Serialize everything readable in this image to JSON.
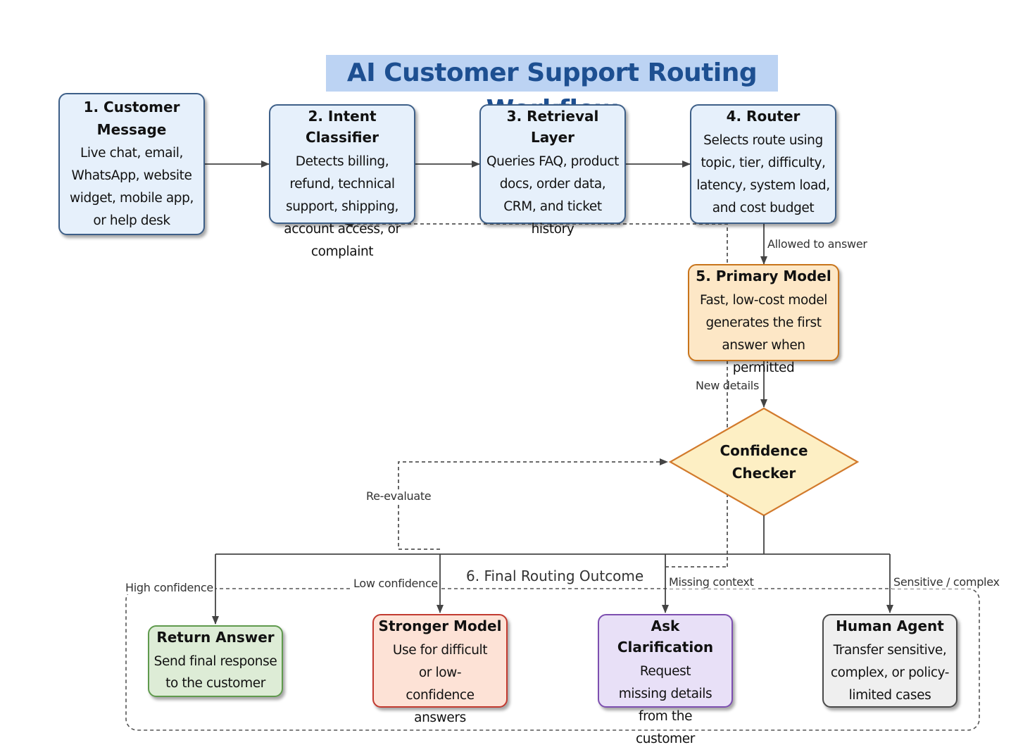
{
  "title": "AI Customer Support Routing Workflow",
  "nodes": {
    "customer_message": {
      "title": "1.  Customer Message",
      "desc": "Live chat, email, WhatsApp, website widget, mobile app, or help desk"
    },
    "intent_classifier": {
      "title": "2.  Intent Classifier",
      "desc": "Detects billing, refund, technical support, shipping, account access, or complaint"
    },
    "retrieval_layer": {
      "title": "3.  Retrieval Layer",
      "desc": "Queries FAQ, product docs, order data, CRM, and ticket history"
    },
    "router": {
      "title": "4.  Router",
      "desc": "Selects route using topic, tier, difficulty, latency, system load, and cost budget"
    },
    "primary_model": {
      "title": "5.  Primary Model",
      "desc": "Fast, low-cost model generates the first answer when permitted"
    },
    "confidence_checker": {
      "title": "Confidence Checker"
    },
    "return_answer": {
      "title": "Return Answer",
      "desc": "Send final response to the customer"
    },
    "stronger_model": {
      "title": "Stronger Model",
      "desc": "Use for difficult or low-confidence answers"
    },
    "ask_clarification": {
      "title": "Ask Clarification",
      "desc": "Request missing details from the customer"
    },
    "human_agent": {
      "title": "Human Agent",
      "desc": "Transfer sensitive, complex, or policy-limited cases"
    }
  },
  "edge_labels": {
    "allowed": "Allowed to answer",
    "new_details": "New details",
    "reevaluate": "Re-evaluate",
    "high": "High confidence",
    "low": "Low confidence",
    "missing": "Missing context",
    "sensitive": "Sensitive / complex"
  },
  "group_title": "6.  Final Routing Outcome",
  "colors": {
    "title_bg": "#bcd3f3",
    "title_text": "#1d4f91",
    "blue_fill": "#e6f0fb",
    "orange_fill": "#fde7c6",
    "diamond_fill": "#fdefc4",
    "green_fill": "#ddecd6",
    "red_fill": "#fde2d6",
    "purple_fill": "#e8e0f7",
    "grey_fill": "#efefef"
  }
}
